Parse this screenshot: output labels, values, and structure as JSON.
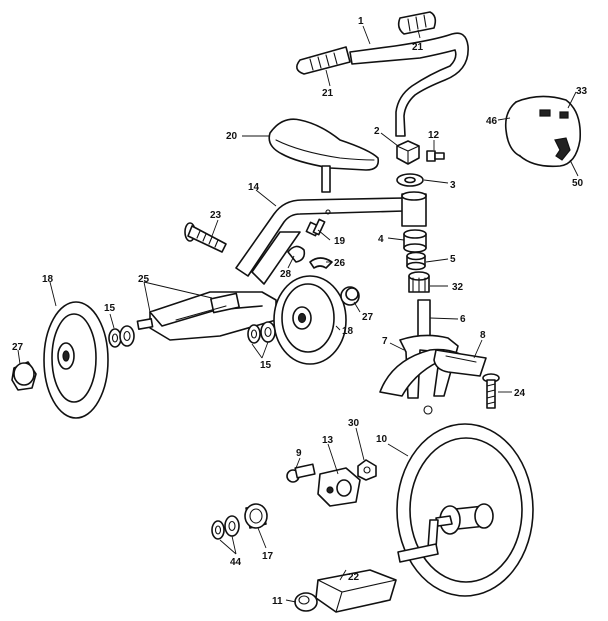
{
  "callouts": {
    "c1": "1",
    "c21a": "21",
    "c21b": "21",
    "c2": "2",
    "c12": "12",
    "c3": "3",
    "c20": "20",
    "c46": "46",
    "c33": "33",
    "c50": "50",
    "c14": "14",
    "c23": "23",
    "c19": "19",
    "c4": "4",
    "c5": "5",
    "c32": "32",
    "c26": "26",
    "c28": "28",
    "c18a": "18",
    "c25": "25",
    "c15a": "15",
    "c27a": "27",
    "c27b": "27",
    "c18b": "18",
    "c15b": "15",
    "c6": "6",
    "c7": "7",
    "c8": "8",
    "c24": "24",
    "c30": "30",
    "c9": "9",
    "c13": "13",
    "c10": "10",
    "c44": "44",
    "c17": "17",
    "c22": "22",
    "c11": "11"
  }
}
